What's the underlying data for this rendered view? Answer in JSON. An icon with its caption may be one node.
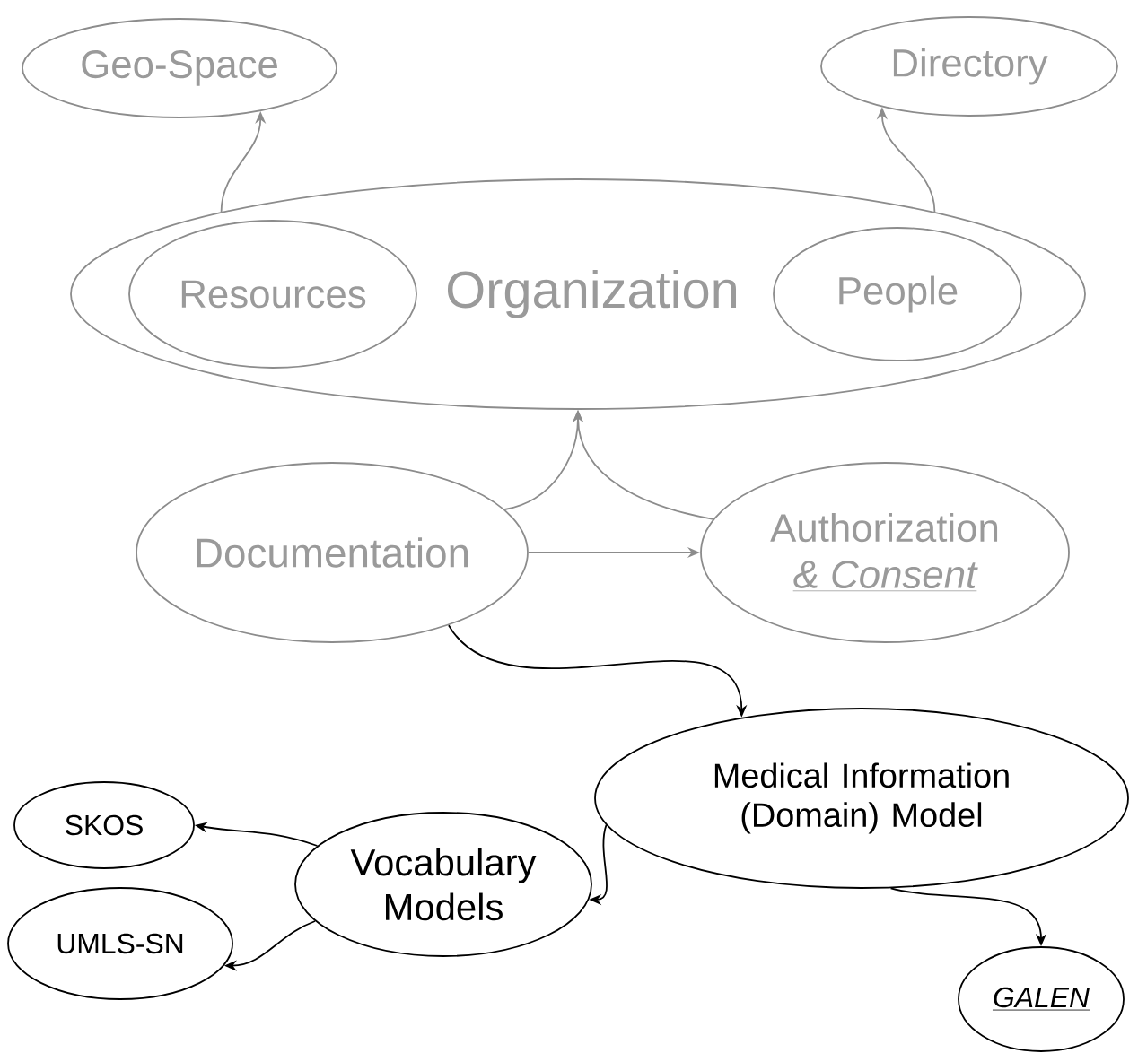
{
  "diagram": {
    "nodes": [
      {
        "text": [
          "Geo-Space"
        ]
      },
      {
        "text": [
          "Directory"
        ]
      },
      {
        "text": [
          "Organization"
        ]
      },
      {
        "text": [
          "Resources"
        ],
        "in": 2
      },
      {
        "text": [
          "People"
        ],
        "in": 2
      },
      {
        "text": [
          "Documentation"
        ]
      },
      {
        "text": [
          "Authorization",
          "& Consent"
        ]
      },
      {
        "text": [
          "Medical Information (Domain) Model"
        ]
      },
      {
        "text": [
          "Vocabulary Models"
        ]
      },
      {
        "text": [
          "SKOS"
        ]
      },
      {
        "text": [
          "UMLS-SN"
        ]
      },
      {
        "text": [
          "GALEN"
        ]
      }
    ],
    "edges": [
      {
        "from": 2,
        "to": 0,
        "arrow": "to",
        "color": "#8c8c8c"
      },
      {
        "from": 2,
        "to": 1,
        "arrow": "to",
        "color": "#8c8c8c"
      },
      {
        "from": 5,
        "to": 2,
        "arrow": "to",
        "color": "#8c8c8c"
      },
      {
        "from": 6,
        "to": 2,
        "arrow": "to",
        "color": "#8c8c8c"
      },
      {
        "from": 5,
        "to": 6,
        "arrow": "to",
        "color": "#8c8c8c"
      },
      {
        "from": 5,
        "to": 7,
        "arrow": "to",
        "color": "#000000"
      },
      {
        "from": 7,
        "to": 8,
        "arrow": "to",
        "color": "#000000"
      },
      {
        "from": 8,
        "to": 9,
        "arrow": "to",
        "color": "#000000"
      },
      {
        "from": 8,
        "to": 10,
        "arrow": "to",
        "color": "#000000"
      },
      {
        "from": 7,
        "to": 11,
        "arrow": "to",
        "color": "#000000"
      }
    ]
  }
}
